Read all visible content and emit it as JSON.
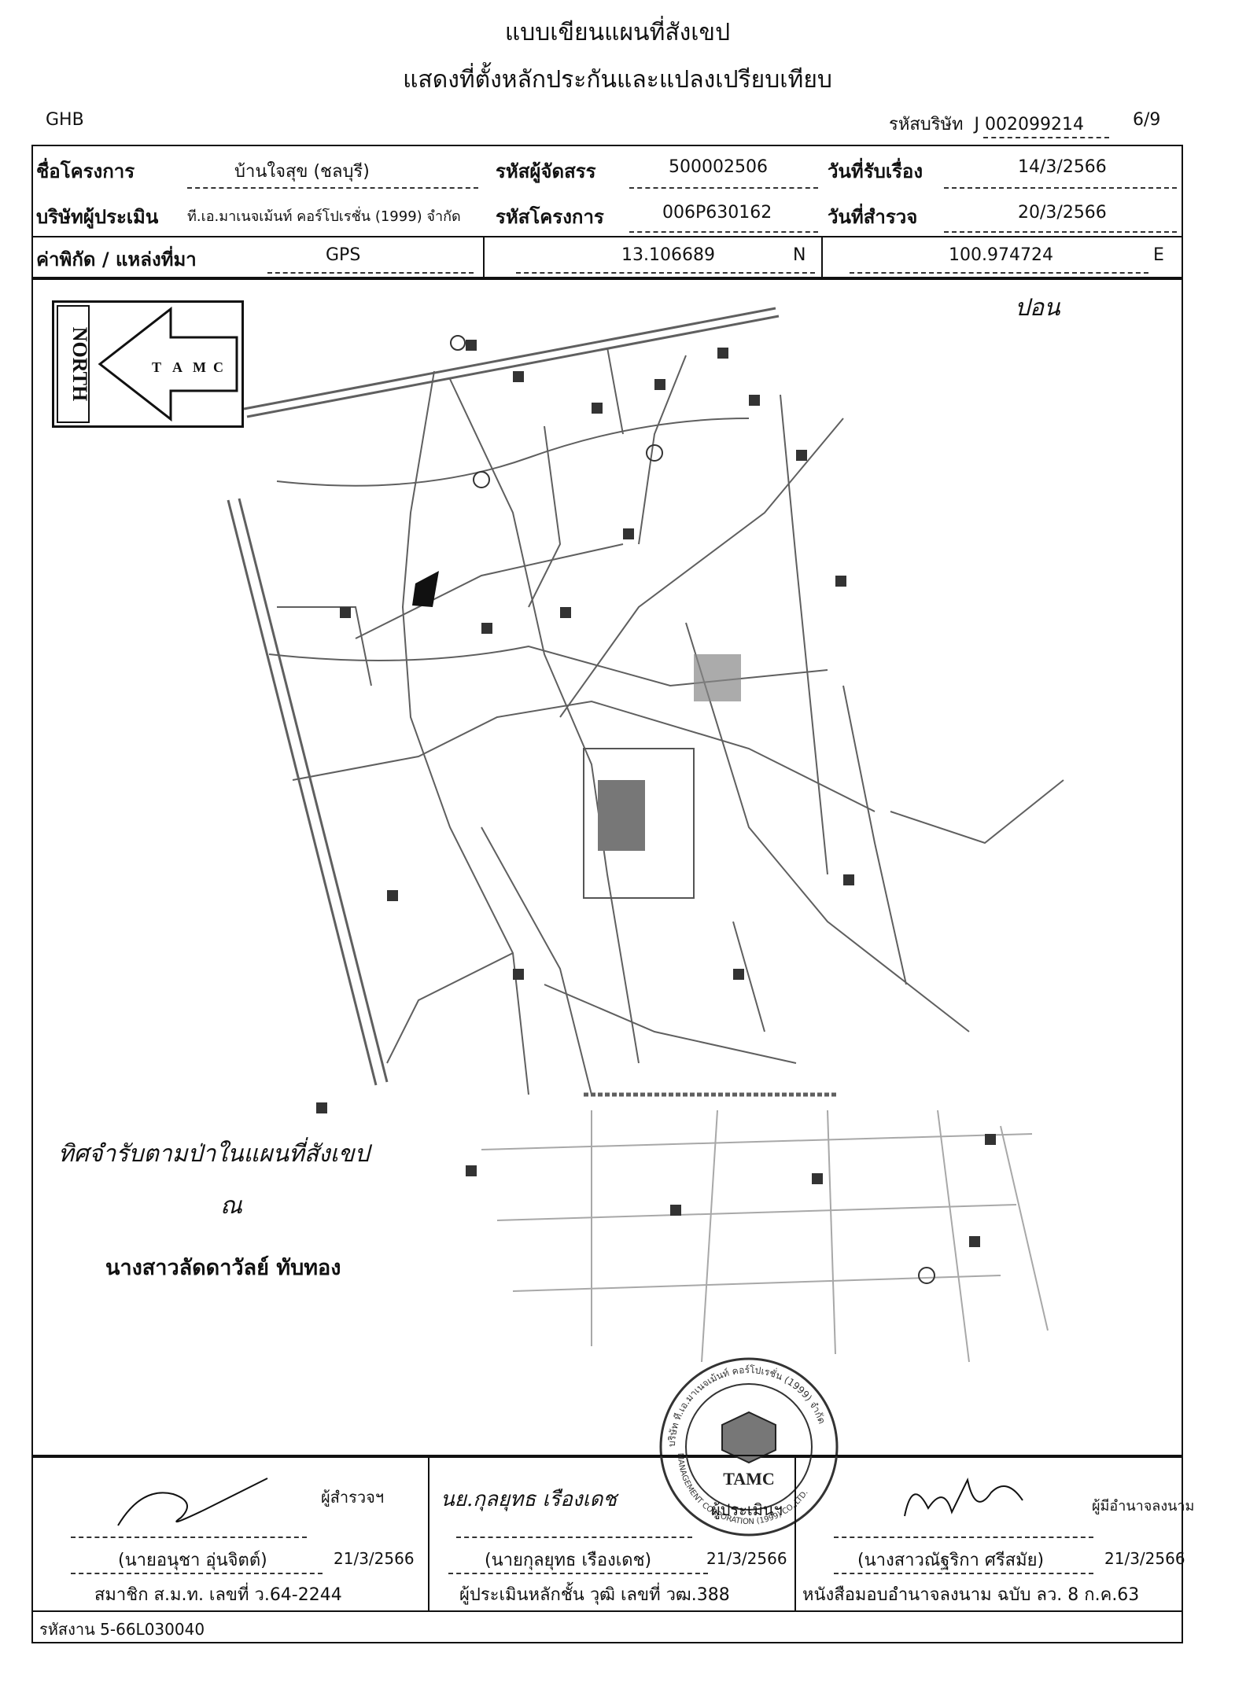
{
  "header": {
    "title_line1": "แบบเขียนแผนที่สังเขป",
    "title_line2": "แสดงที่ตั้งหลักประกันและแปลงเปรียบเทียบ",
    "bank": "GHB",
    "company_code_label": "รหัสบริษัท",
    "company_code": "J 002099214",
    "page": "6/9"
  },
  "info": {
    "project_label": "ชื่อโครงการ",
    "project_value": "บ้านใจสุข (ชลบุรี)",
    "developer_label": "รหัสผู้จัดสรร",
    "developer_value": "500002506",
    "received_label": "วันที่รับเรื่อง",
    "received_value": "14/3/2566",
    "appraiser_label": "บริษัทผู้ประเมิน",
    "appraiser_value": "ที.เอ.มาเนจเม้นท์ คอร์โปเรชั่น (1999) จำกัด",
    "project_code_label": "รหัสโครงการ",
    "project_code_value": "006P630162",
    "survey_label": "วันที่สำรวจ",
    "survey_value": "20/3/2566",
    "coord_label": "ค่าพิกัด / แหล่งที่มา",
    "coord_source": "GPS",
    "lat": "13.106689",
    "lat_dir": "N",
    "lon": "100.974724",
    "lon_dir": "E"
  },
  "map": {
    "compass_word": "NORTH",
    "compass_logo": [
      "T",
      "A",
      "M",
      "C"
    ],
    "handwritten_note": "ทิศจำรับตามป่าในแผนที่สังเขป",
    "handwritten_initial": "ปอน",
    "signer_mark": "ณ",
    "signer_name": "นางสาวลัดดาวัลย์ ทับทอง"
  },
  "signatures": [
    {
      "role": "ผู้สำรวจฯ",
      "name": "(นายอนุชา อุ่นจิตต์)",
      "date": "21/3/2566",
      "license": "สมาชิก ส.ม.ท. เลขที่ ว.64-2244"
    },
    {
      "role": "ผู้ประเมินฯ",
      "handwriting": "นย.กุลยุทธ เรืองเดช",
      "name": "(นายกุลยุทธ เรืองเดช)",
      "date": "21/3/2566",
      "license": "ผู้ประเมินหลักชั้น วุฒิ เลขที่ วฒ.388"
    },
    {
      "role": "ผู้มีอำนาจลงนาม",
      "name": "(นางสาวณัฐริกา ศรีสมัย)",
      "date": "21/3/2566",
      "license": "หนังสือมอบอำนาจลงนาม ฉบับ ลว. 8 ก.ค.63"
    }
  ],
  "stamp": {
    "ring_text": "บริษัท ที.เอ.มาเนจเม้นท์ คอร์โปเรชั่น (1999) จำกัด",
    "center": "TAMC",
    "bottom": "MANAGEMENT CORPORATION (1999) CO.,LTD."
  },
  "footer": {
    "job_code": "รหัสงาน 5-66L030040"
  }
}
